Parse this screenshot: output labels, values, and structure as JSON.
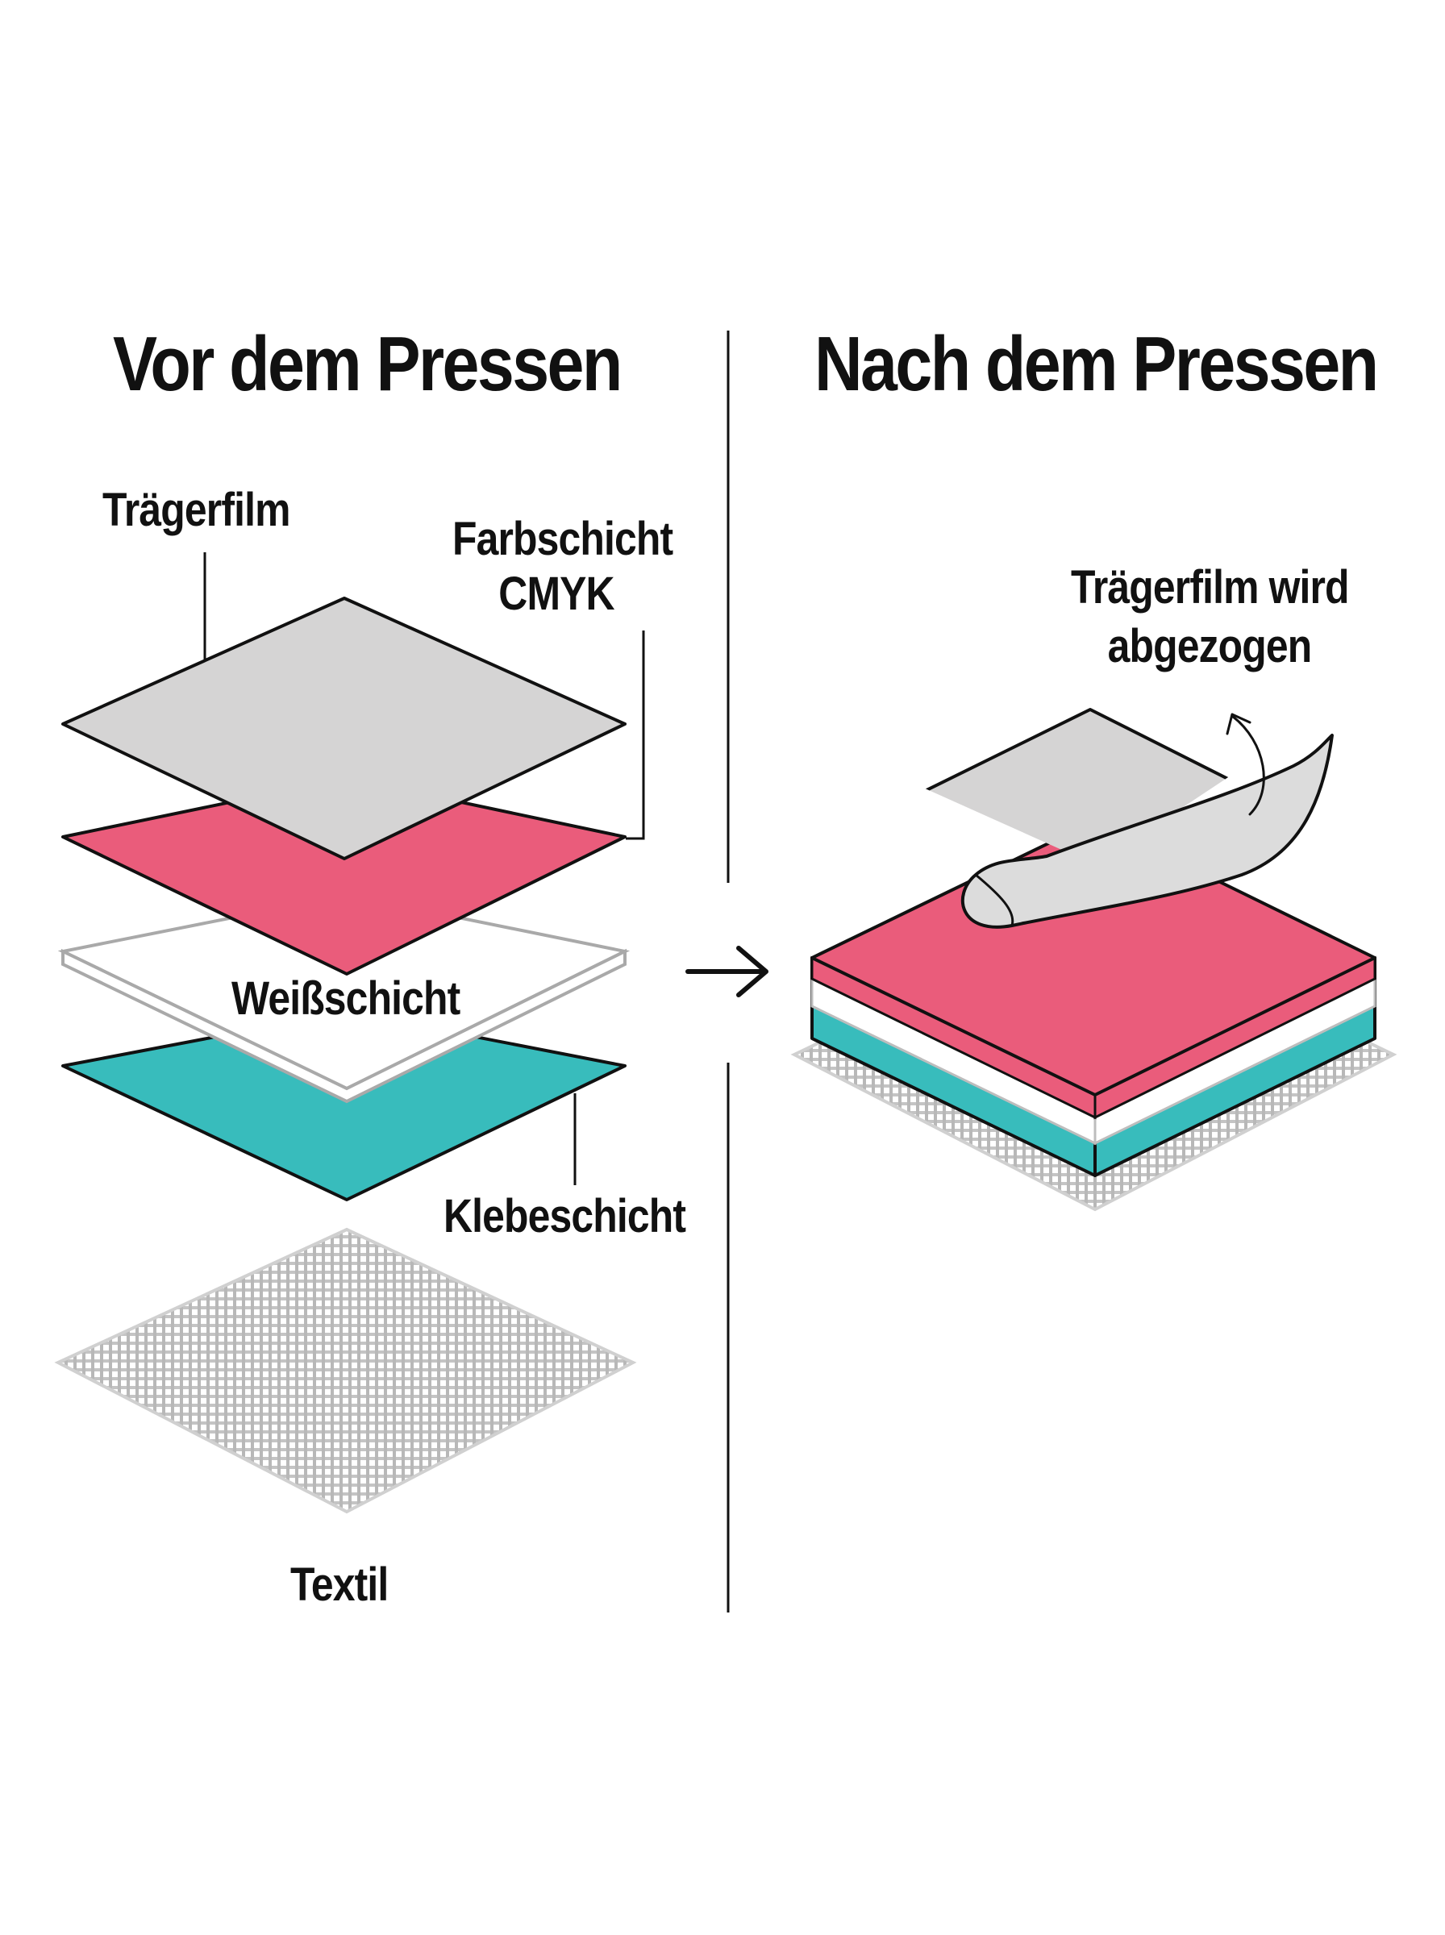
{
  "before": {
    "heading": "Vor dem Pressen",
    "labels": {
      "carrier_film": "Trägerfilm",
      "color_layer_line1": "Farbschicht",
      "color_layer_line2": "CMYK",
      "white_layer": "Weißschicht",
      "adhesive_layer": "Klebeschicht",
      "textile": "Textil"
    }
  },
  "after": {
    "heading": "Nach dem Pressen",
    "peel_label_line1": "Trägerfilm wird",
    "peel_label_line2": "abgezogen"
  },
  "colors": {
    "carrier_film": "#d5d4d4",
    "color_layer": "#ea5c7b",
    "white_layer": "#ffffff",
    "adhesive_layer": "#38bcbc",
    "textile": "#bdbdbd",
    "outline": "#111111"
  }
}
